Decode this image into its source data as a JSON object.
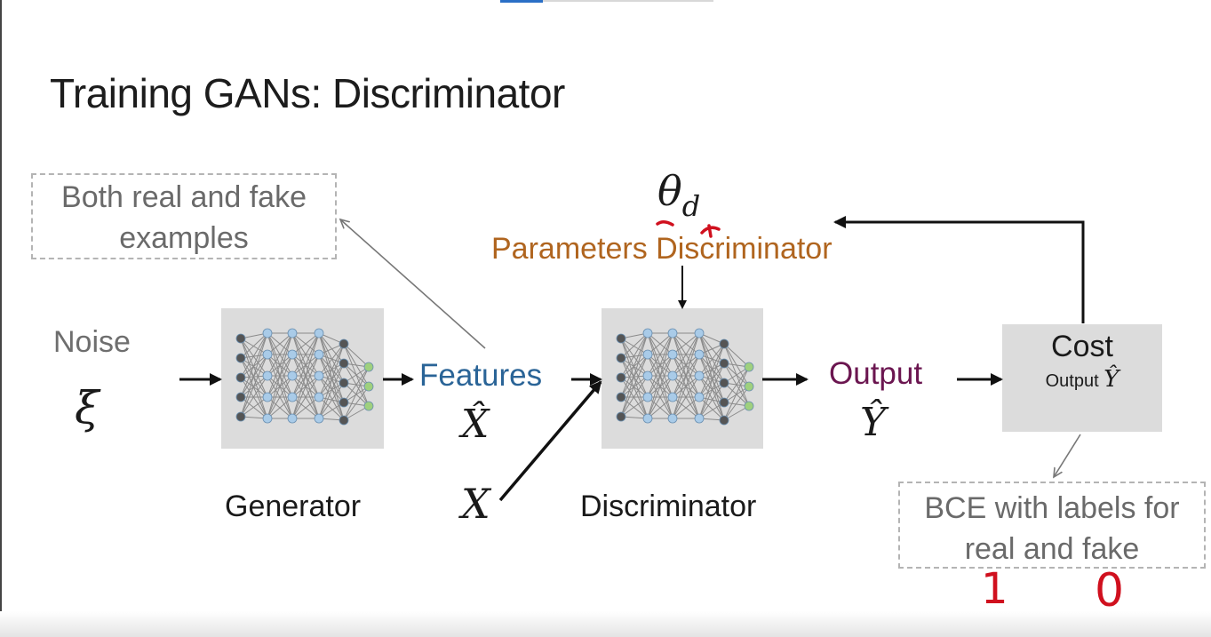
{
  "title": "Training GANs: Discriminator",
  "annotation_left": {
    "line1": "Both real and fake",
    "line2": "examples"
  },
  "annotation_right": {
    "line1": "BCE with labels for",
    "line2": "real and fake"
  },
  "noise": {
    "label": "Noise",
    "symbol": "ξ"
  },
  "generator": {
    "label": "Generator"
  },
  "features": {
    "label": "Features",
    "symbol": "X̂"
  },
  "real_input": {
    "symbol": "X"
  },
  "discriminator": {
    "label": "Discriminator"
  },
  "parameters": {
    "symbol": "θ",
    "subscript": "d",
    "label": "Parameters Discriminator"
  },
  "output": {
    "label": "Output",
    "symbol": "Ŷ"
  },
  "cost": {
    "title": "Cost",
    "sub_label": "Output",
    "sub_symbol": "Ŷ"
  },
  "handwritten_labels": {
    "real": "1",
    "fake": "0"
  },
  "colors": {
    "features": "#2a6497",
    "output": "#6b1650",
    "parameters": "#b0651f",
    "handwriting": "#d0101e",
    "box_fill": "#dcdcdc",
    "node_blue": "#a9cbe8",
    "node_green": "#9fd07e"
  },
  "icons": [
    "neural-network-icon",
    "arrow-icon"
  ]
}
